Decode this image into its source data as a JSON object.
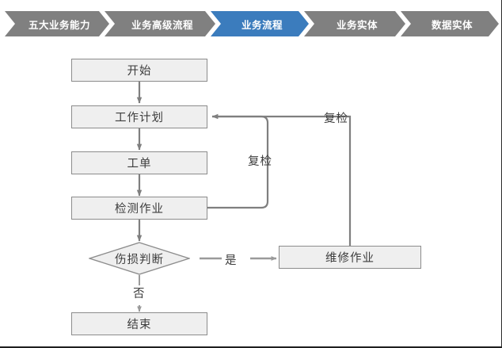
{
  "breadcrumb": {
    "items": [
      {
        "label": "五大业务能力",
        "state": "inactive"
      },
      {
        "label": "业务高级流程",
        "state": "inactive"
      },
      {
        "label": "业务流程",
        "state": "active"
      },
      {
        "label": "业务实体",
        "state": "inactive"
      },
      {
        "label": "数据实体",
        "state": "inactive"
      }
    ],
    "colors": {
      "inactive": "#808080",
      "active": "#3b7cbd",
      "text": "#ffffff"
    }
  },
  "flowchart": {
    "nodes": {
      "start": "开始",
      "work_plan": "工作计划",
      "work_order": "工单",
      "inspection_task": "检测作业",
      "damage_judgement": "伤损判断",
      "repair_task": "维修作业",
      "end": "结束"
    },
    "edge_labels": {
      "recheck_inner": "复检",
      "recheck_outer": "复检",
      "yes": "是",
      "no": "否"
    },
    "colors": {
      "node_fill": "#efefef",
      "node_border": "#8c8c8c",
      "connector": "#7f7f7f",
      "text": "#3d3d3d"
    }
  }
}
